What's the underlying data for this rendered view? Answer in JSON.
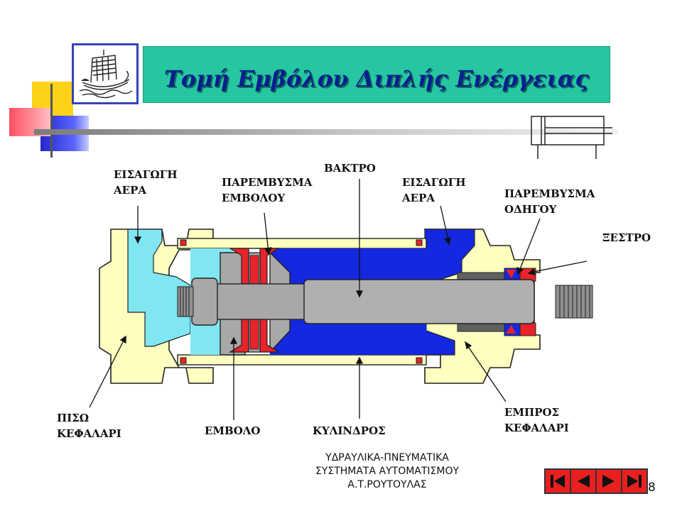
{
  "slide": {
    "title": "Τομή Εμβόλου Διπλής Ενέργειας",
    "footer_lines": [
      "ΥΔΡΑΥΛΙΚΑ-ΠΝΕΥΜΑΤΙΚΑ",
      "ΣΥΣΤΗΜΑΤΑ ΑΥΤΟΜΑΤΙΣΜΟΥ",
      "Α.Τ.ΡΟΥΤΟΥΛΑΣ"
    ],
    "page_number": "8",
    "logo_icon": "ancient-ship-icon",
    "symbol_icon": "double-acting-cylinder-symbol-icon"
  },
  "labels": {
    "air_inlet_left": "ΕΙΣΑΓΩΓΗ\nΑΕΡΑ",
    "piston_seal": "ΠΑΡΕΜΒΥΣΜΑ\nΕΜΒΟΛΟΥ",
    "rod": "ΒΑΚΤΡΟ",
    "air_inlet_right": "ΕΙΣΑΓΩΓΗ\nΑΕΡΑ",
    "guide_seal": "ΠΑΡΕΜΒΥΣΜΑ\nΟΔΗΓΟΥ",
    "wiper": "ΞΕΣΤΡΟ",
    "rear_head": "ΠΙΣΩ\nΚΕΦΑΛΑΡΙ",
    "piston": "ΕΜΒΟΛΟ",
    "cylinder": "ΚΥΛΙΝΔΡΟΣ",
    "front_head": "ΕΜΠΡΟΣ\nΚΕΦΑΛΑΡΙ"
  },
  "nav_buttons": [
    {
      "name": "first-slide-button",
      "icon": "skip-back-icon"
    },
    {
      "name": "previous-slide-button",
      "icon": "triangle-left-icon"
    },
    {
      "name": "next-slide-button",
      "icon": "triangle-right-icon"
    },
    {
      "name": "last-slide-button",
      "icon": "skip-forward-icon"
    }
  ],
  "colors": {
    "title_bg": "#26c6a0",
    "title_text": "#0a1f8f",
    "rear_chamber": "#7fe6f2",
    "front_chamber": "#1428e0",
    "heads": "#ffffc0",
    "seals": "#e8232a",
    "rod_and_piston": "#a8a8a8",
    "nav_bg": "#e82020"
  }
}
